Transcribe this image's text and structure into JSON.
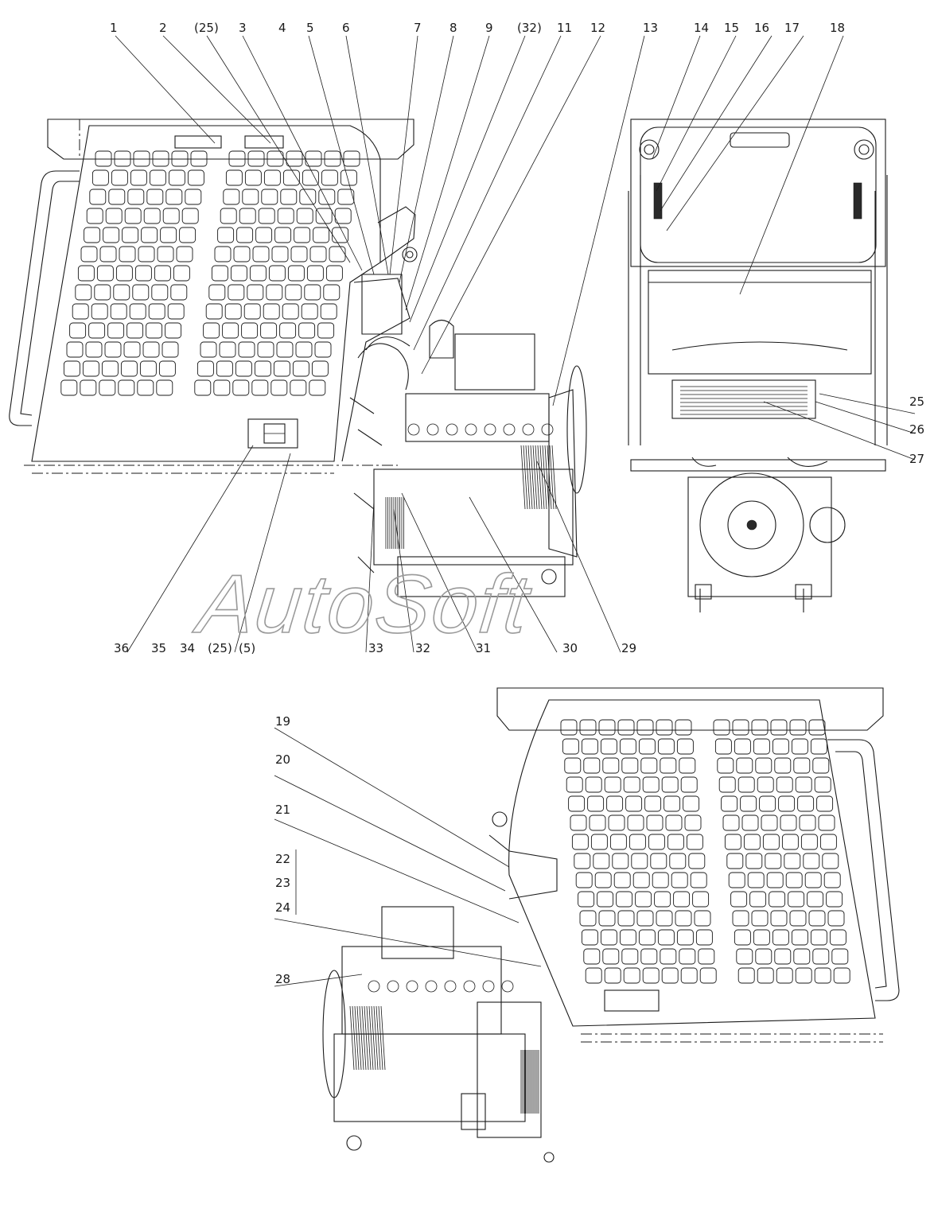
{
  "callouts_top": [
    "1",
    "2",
    "(25)",
    "3",
    "4",
    "5",
    "6",
    "7",
    "8",
    "9",
    "(32)",
    "11",
    "12",
    "13",
    "14",
    "15",
    "16",
    "17",
    "18"
  ],
  "callouts_right": [
    "25",
    "26",
    "27"
  ],
  "callouts_bottom": [
    "36",
    "35",
    "34",
    "(25)",
    "(5)",
    "33",
    "32",
    "31",
    "30",
    "29"
  ],
  "callouts_lower_left": [
    "19",
    "20",
    "21",
    "22",
    "23",
    "24",
    "28"
  ],
  "watermark": "AutoSoft"
}
